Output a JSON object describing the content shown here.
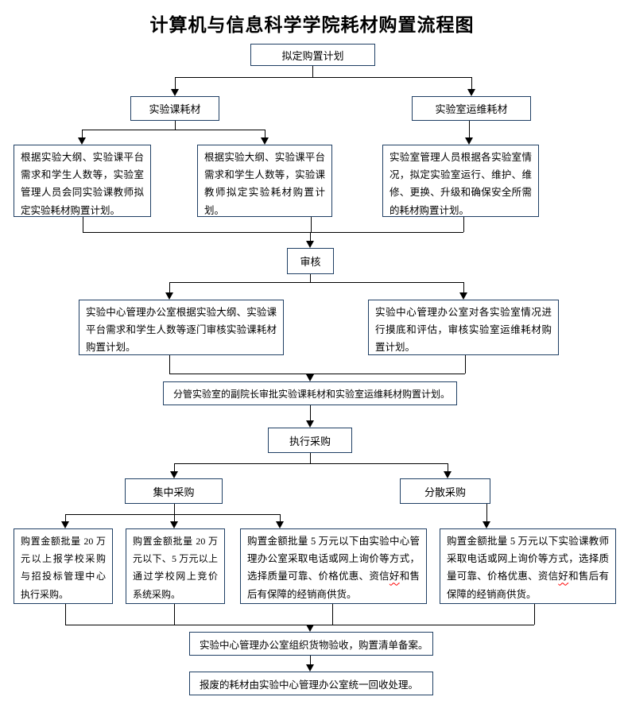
{
  "title": "计算机与信息科学学院耗材购置流程图",
  "colors": {
    "box_border": "#1f3f64",
    "connector_line": "#000000",
    "spellcheck_underline": "#ff0000",
    "text": "#000000",
    "background": "#ffffff"
  },
  "nodes": {
    "plan": {
      "label": "拟定购置计划"
    },
    "lab_course": {
      "label": "实验课耗材"
    },
    "lab_ops": {
      "label": "实验室运维耗材"
    },
    "plan_course_manager": {
      "text": "根据实验大纲、实验课平台需求和学生人数等，实验室管理人员会同实验课教师拟定实验耗材购置计划。"
    },
    "plan_course_teacher": {
      "text": "根据实验大纲、实验课平台需求和学生人数等，实验课教师拟定实验耗材购置计划。"
    },
    "plan_ops": {
      "text": "实验室管理人员根据各实验室情况，拟定实验室运行、维护、维修、更换、升级和确保安全所需的耗材购置计划。"
    },
    "review": {
      "label": "审核"
    },
    "review_course": {
      "text": "实验中心管理办公室根据实验大纲、实验课平台需求和学生人数等逐门审核实验课耗材购置计划。"
    },
    "review_ops": {
      "text": "实验中心管理办公室对各实验室情况进行摸底和评估，审核实验室运维耗材购置计划。"
    },
    "approve": {
      "text": "分管实验室的副院长审批实验课耗材和实验室运维耗材购置计划。"
    },
    "execute": {
      "label": "执行采购"
    },
    "central": {
      "label": "集中采购"
    },
    "dispersed": {
      "label": "分散采购"
    },
    "over_200k": {
      "text": "购置金额批量 20 万元以上报学校采购与招投标管理中心执行采购。"
    },
    "between_50k_200k": {
      "text": "购置金额批量 20 万元以下、5 万元以上通过学校网上竞价系统采购。"
    },
    "under_50k_office": {
      "segments": [
        "购置金额批量 5 万元以下由实验中心管理办公室采取电话或网上询价等方式，选择质量可靠、价格优惠、资信",
        "好",
        "和售后有保障的经销商供货。"
      ]
    },
    "under_50k_teacher": {
      "segments": [
        "购置金额批量 5 万元以下实验课教师采取电话或网上询价等方式，选择质量可靠、价格优惠、资信",
        "好",
        "和售后有保障的经销商供货。"
      ]
    },
    "acceptance": {
      "text": "实验中心管理办公室组织货物验收，购置清单备案。"
    },
    "recycle": {
      "text": "报废的耗材由实验中心管理办公室统一回收处理。"
    }
  }
}
